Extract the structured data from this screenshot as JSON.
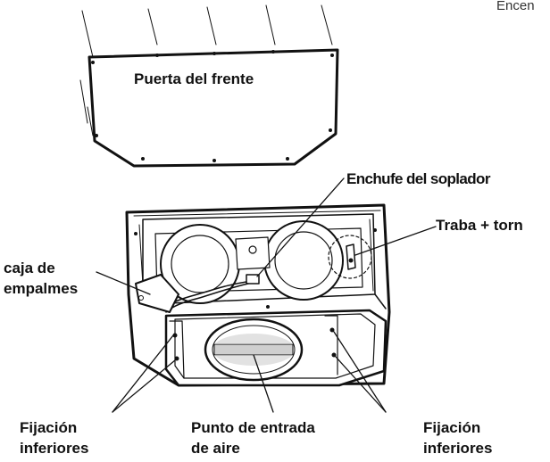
{
  "labels": {
    "top_right_note": "Encen",
    "front_door": "Puerta del frente",
    "blower_plug": "Enchufe del soplador",
    "latch_screw": "Traba + torn",
    "junction_box_line1": "caja de",
    "junction_box_line2": "empalmes",
    "bottom_fasteners_left_line1": "Fijación",
    "bottom_fasteners_left_line2": "inferiores",
    "air_inlet_line1": "Punto de entrada",
    "air_inlet_line2": "de aire",
    "bottom_fasteners_right_line1": "Fijación",
    "bottom_fasteners_right_line2": "inferiores"
  },
  "colors": {
    "ink": "#111111",
    "panel_shade": "#cfcfcf",
    "background": "#ffffff"
  }
}
